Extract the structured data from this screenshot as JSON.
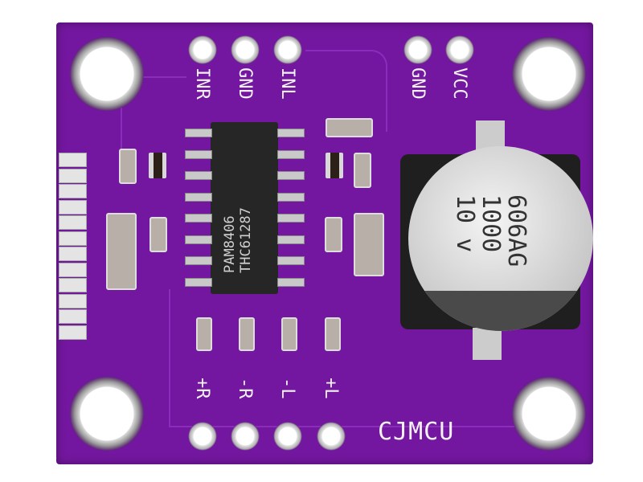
{
  "board": {
    "brand": "CJMCU",
    "top_pins": [
      "INR",
      "GND",
      "INL",
      "GND",
      "VCC"
    ],
    "bottom_pins": [
      "+R",
      "-R",
      "-L",
      "+L"
    ],
    "chip": {
      "line1": "PAM8406",
      "line2": "THC61287"
    },
    "capacitor": {
      "line1": "606AG",
      "line2": "1000",
      "line3": "10 v"
    },
    "colors": {
      "pcb": "#7417a0",
      "silkscreen": "#f2f2f2",
      "chip": "#262626"
    }
  }
}
